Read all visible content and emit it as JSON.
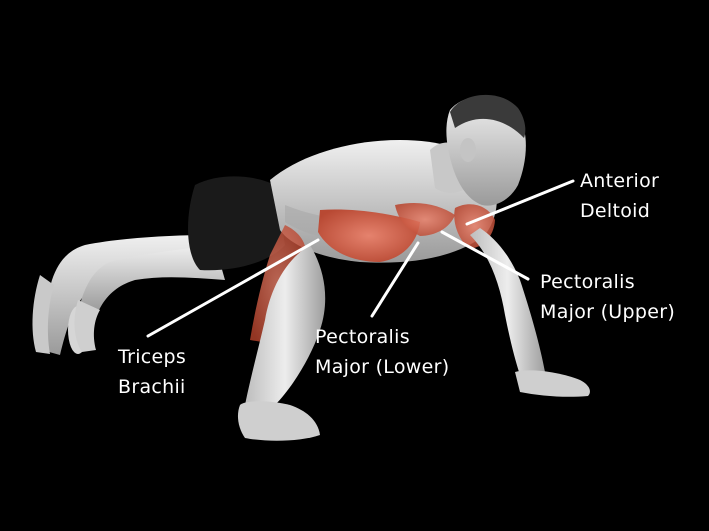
{
  "labels": {
    "anterior_deltoid": {
      "line1": "Anterior",
      "line2": "Deltoid"
    },
    "pectoralis_upper": {
      "line1": "Pectoralis",
      "line2": "Major (Upper)"
    },
    "pectoralis_lower": {
      "line1": "Pectoralis",
      "line2": "Major (Lower)"
    },
    "triceps": {
      "line1": "Triceps",
      "line2": "Brachii"
    }
  },
  "colors": {
    "background": "#000000",
    "body": "#d9d9d9",
    "body_shadow": "#8c8c8c",
    "highlight_muscle": "#d9654a",
    "shorts": "#1a1a1a",
    "hair": "#3a3a3a",
    "leader_line": "#ffffff",
    "label_text": "#ffffff"
  }
}
